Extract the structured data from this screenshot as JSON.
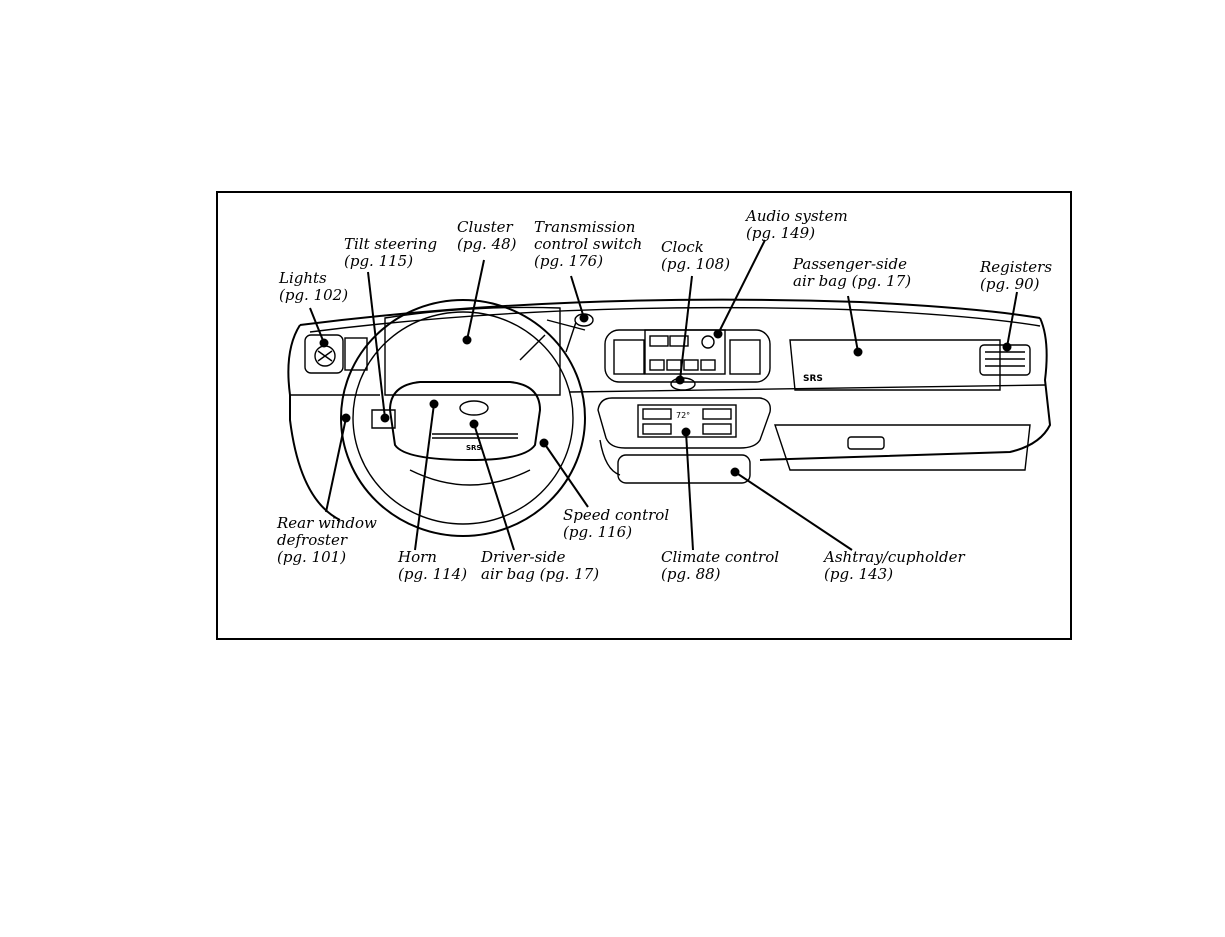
{
  "callouts": {
    "lights": {
      "name": "Lights",
      "page": "(pg. 102)"
    },
    "tilt_steering": {
      "name": "Tilt steering",
      "page": "(pg. 115)"
    },
    "cluster": {
      "name": "Cluster",
      "page": "(pg. 48)"
    },
    "transmission": {
      "name": "Transmission",
      "name2": "control switch",
      "page": "(pg. 176)"
    },
    "clock": {
      "name": "Clock",
      "page": "(pg. 108)"
    },
    "audio": {
      "name": "Audio system",
      "page": "(pg. 149)"
    },
    "passenger_airbag": {
      "name": "Passenger-side",
      "page": "air bag (pg. 17)"
    },
    "registers": {
      "name": "Registers",
      "page": "(pg. 90)"
    },
    "rear_defroster": {
      "name": "Rear window",
      "name2": "defroster",
      "page": "(pg. 101)"
    },
    "horn": {
      "name": "Horn",
      "page": "(pg. 114)"
    },
    "driver_airbag": {
      "name": "Driver-side",
      "page": "air bag (pg. 17)"
    },
    "speed_control": {
      "name": "Speed control",
      "page": "(pg. 116)"
    },
    "climate": {
      "name": "Climate control",
      "page": "(pg. 88)"
    },
    "ashtray": {
      "name": "Ashtray/cupholder",
      "page": "(pg. 143)"
    }
  },
  "panel_marks": {
    "srs_dash": "SRS",
    "srs_wheel": "SRS",
    "temp_readout": "72°"
  },
  "colors": {
    "ink": "#000000",
    "paper": "#ffffff"
  }
}
